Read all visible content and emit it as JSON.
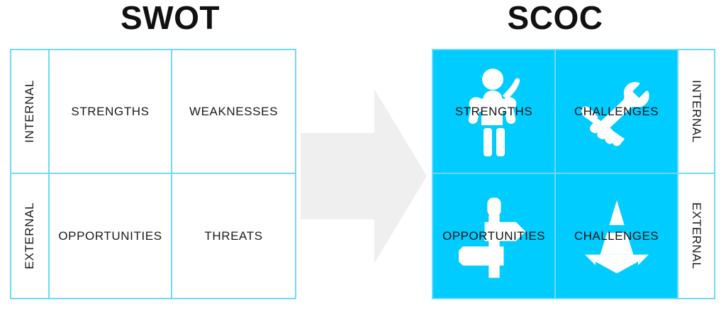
{
  "diagram": {
    "left_panel": {
      "title": "SWOT",
      "axis_labels": [
        "INTERNAL",
        "EXTERNAL"
      ],
      "quadrants": [
        {
          "row": "INTERNAL",
          "col": 1,
          "label": "STRENGTHS"
        },
        {
          "row": "INTERNAL",
          "col": 2,
          "label": "WEAKNESSES"
        },
        {
          "row": "EXTERNAL",
          "col": 1,
          "label": "OPPORTUNITIES"
        },
        {
          "row": "EXTERNAL",
          "col": 2,
          "label": "THREATS"
        }
      ]
    },
    "transform_arrow": {
      "icon": "right-arrow-icon",
      "color": "#EFEFEF",
      "direction": "right"
    },
    "right_panel": {
      "title": "SCOC",
      "axis_labels": [
        "INTERNAL",
        "EXTERNAL"
      ],
      "quadrants": [
        {
          "row": "INTERNAL",
          "col": 1,
          "label": "STRENGTHS",
          "icon": "strong-person-icon"
        },
        {
          "row": "INTERNAL",
          "col": 2,
          "label": "CHALLENGES",
          "icon": "hand-holding-wrench-icon"
        },
        {
          "row": "EXTERNAL",
          "col": 1,
          "label": "OPPORTUNITIES",
          "icon": "signpost-icon"
        },
        {
          "row": "EXTERNAL",
          "col": 2,
          "label": "CHALLENGES",
          "icon": "traffic-cone-icon"
        }
      ]
    },
    "colors": {
      "accent_fill": "#00CCFF",
      "grid_line": "#6FD9F7",
      "arrow_gray": "#EFEFEF",
      "text": "#111111",
      "icon_white": "#FFFFFF"
    }
  }
}
